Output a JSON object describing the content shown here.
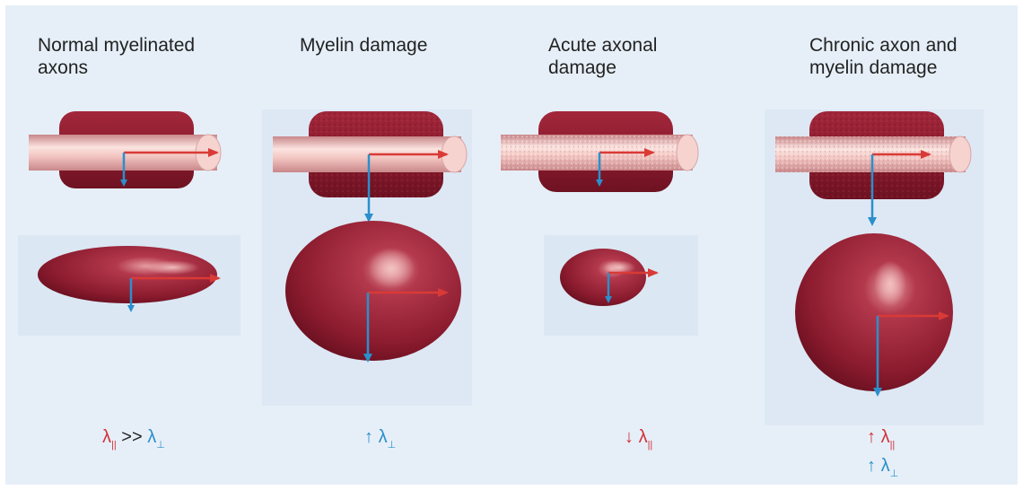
{
  "panels": [
    {
      "title": "Normal myelinated\naxons",
      "formula": {
        "left": "λ",
        "left_sub": "||",
        "op": ">>",
        "right": "λ",
        "right_sub": "⊥"
      }
    },
    {
      "title": "Myelin damage",
      "formula": {
        "arrow": "↑",
        "symbol": "λ",
        "sub": "⊥"
      }
    },
    {
      "title": "Acute axonal\ndamage",
      "formula": {
        "arrow": "↓",
        "symbol": "λ",
        "sub": "||"
      }
    },
    {
      "title": "Chronic axon and\nmyelin damage",
      "formula": [
        {
          "arrow": "↑",
          "symbol": "λ",
          "sub": "||"
        },
        {
          "arrow": "↑",
          "symbol": "λ",
          "sub": "⊥"
        }
      ]
    }
  ],
  "colors": {
    "background": "#e6eff8",
    "myelin": "#8e1e30",
    "axon": "#f2c7c3",
    "parallel_arrow": "#d93a36",
    "perpendicular_arrow": "#2b8fcc",
    "text": "#222222"
  },
  "icons": [
    "myelin-sheath",
    "axon-cylinder",
    "diffusion-ellipsoid",
    "parallel-diffusivity-arrow",
    "perpendicular-diffusivity-arrow"
  ]
}
